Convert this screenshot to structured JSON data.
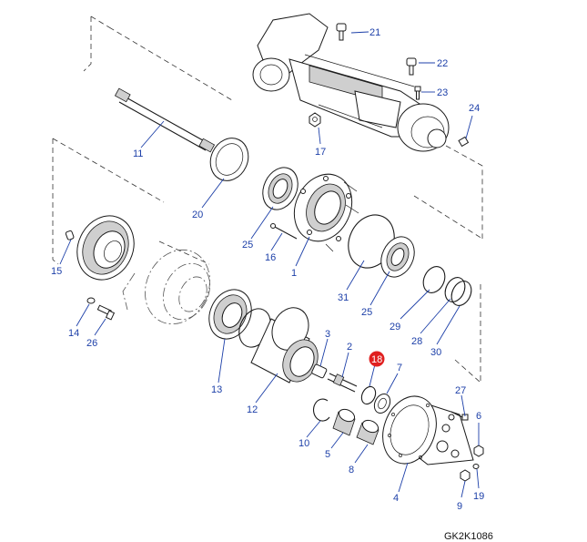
{
  "drawing_code": "GK2K1086",
  "highlight_color": "#e02020",
  "callout_color": "#1c3fa8",
  "callouts": {
    "p1": "1",
    "p2": "2",
    "p3": "3",
    "p4": "4",
    "p5": "5",
    "p6": "6",
    "p7": "7",
    "p8": "8",
    "p9": "9",
    "p10": "10",
    "p11": "11",
    "p12": "12",
    "p13": "13",
    "p14": "14",
    "p15": "15",
    "p16": "16",
    "p17": "17",
    "p18": "18",
    "p19": "19",
    "p20": "20",
    "p21": "21",
    "p22": "22",
    "p23": "23",
    "p24": "24",
    "p25a": "25",
    "p25b": "25",
    "p26": "26",
    "p27": "27",
    "p28": "28",
    "p29": "29",
    "p30": "30",
    "p31": "31"
  },
  "highlighted_part": "18"
}
